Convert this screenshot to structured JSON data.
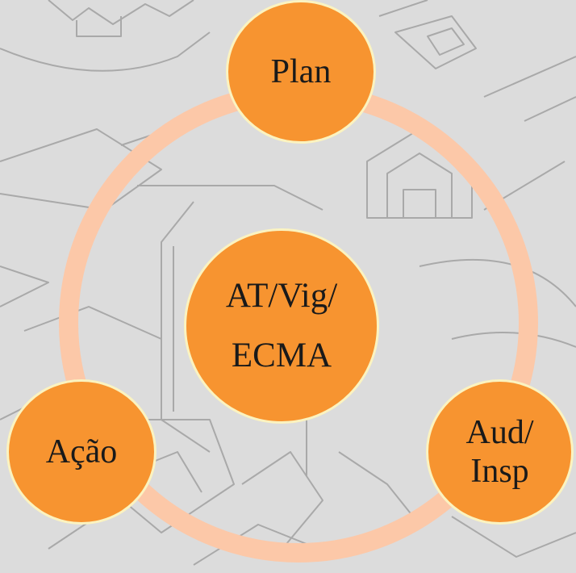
{
  "colors": {
    "background": "#dcdcdc",
    "sketch_lines": "#a9a9a9",
    "ring": "#fcc8a8",
    "node_fill": "#f79430",
    "node_border": "#fbf3c0",
    "text": "#1a1a1a"
  },
  "nodes": {
    "plan": {
      "label": "Plan"
    },
    "center": {
      "line1": "AT/Vig/",
      "line2": "ECMA"
    },
    "acao": {
      "label": "Ação"
    },
    "aud": {
      "line1": "Aud/",
      "line2": "Insp"
    }
  }
}
